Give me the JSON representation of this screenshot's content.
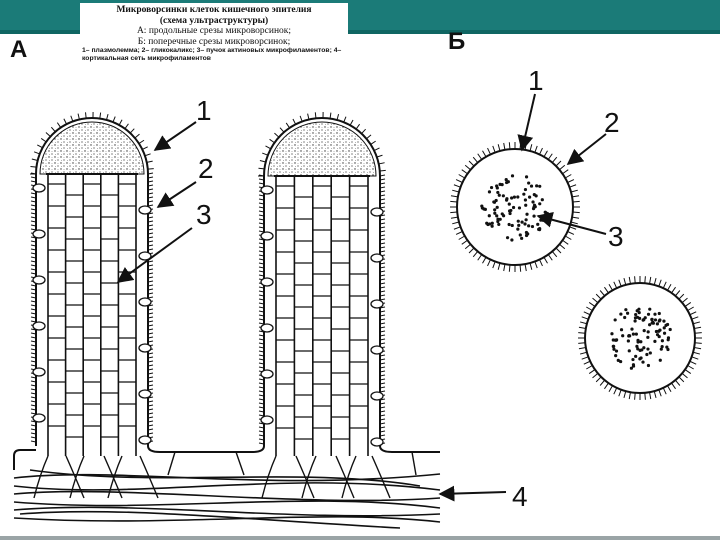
{
  "caption": {
    "title": "Микроворсинки клеток кишечного эпителия",
    "subtitle": "(схема ультраструктуры)",
    "line_a": "А: продольные срезы микроворсинок;",
    "line_b": "Б: поперечные срезы микроворсинок;",
    "legend": "1– плазмолемма; 2– гликокаликс; 3– пучок актиновых микрофиламентов; 4– кортикальная сеть микрофиламентов"
  },
  "panels": {
    "a_label": "А",
    "b_label": "Б"
  },
  "callouts": {
    "a": [
      "1",
      "2",
      "3",
      "4"
    ],
    "b": [
      "1",
      "2",
      "3"
    ]
  },
  "colors": {
    "band": "#1b7b78",
    "ink": "#111111"
  }
}
